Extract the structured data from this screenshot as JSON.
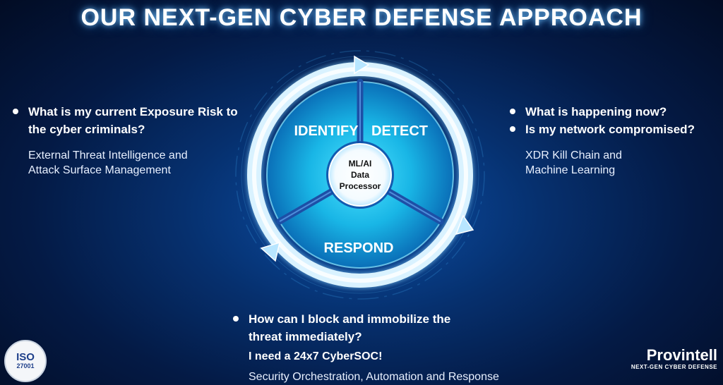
{
  "title": "OUR NEXT-GEN CYBER DEFENSE APPROACH",
  "left": {
    "question": "What is my current Exposure Risk to the cyber criminals?",
    "sub_line1": "External Threat Intelligence and",
    "sub_line2": "Attack Surface Management"
  },
  "right": {
    "question1": "What is happening now?",
    "question2": "Is my network compromised?",
    "sub_line1": "XDR Kill Chain and",
    "sub_line2": "Machine Learning"
  },
  "bottom": {
    "question_line1": "How can I block and immobilize the",
    "question_line2": "threat immediately?",
    "emphasis": "I  need a 24x7 CyberSOC!",
    "sub": "Security Orchestration, Automation and Response"
  },
  "diagram": {
    "segments": [
      "IDENTIFY",
      "DETECT",
      "RESPOND"
    ],
    "center_line1": "ML/AI",
    "center_line2": "Data",
    "center_line3": "Processor"
  },
  "badge": {
    "main": "ISO",
    "number": "27001"
  },
  "brand": {
    "name": "Provintell",
    "tagline": "NEXT-GEN CYBER DEFENSE"
  }
}
